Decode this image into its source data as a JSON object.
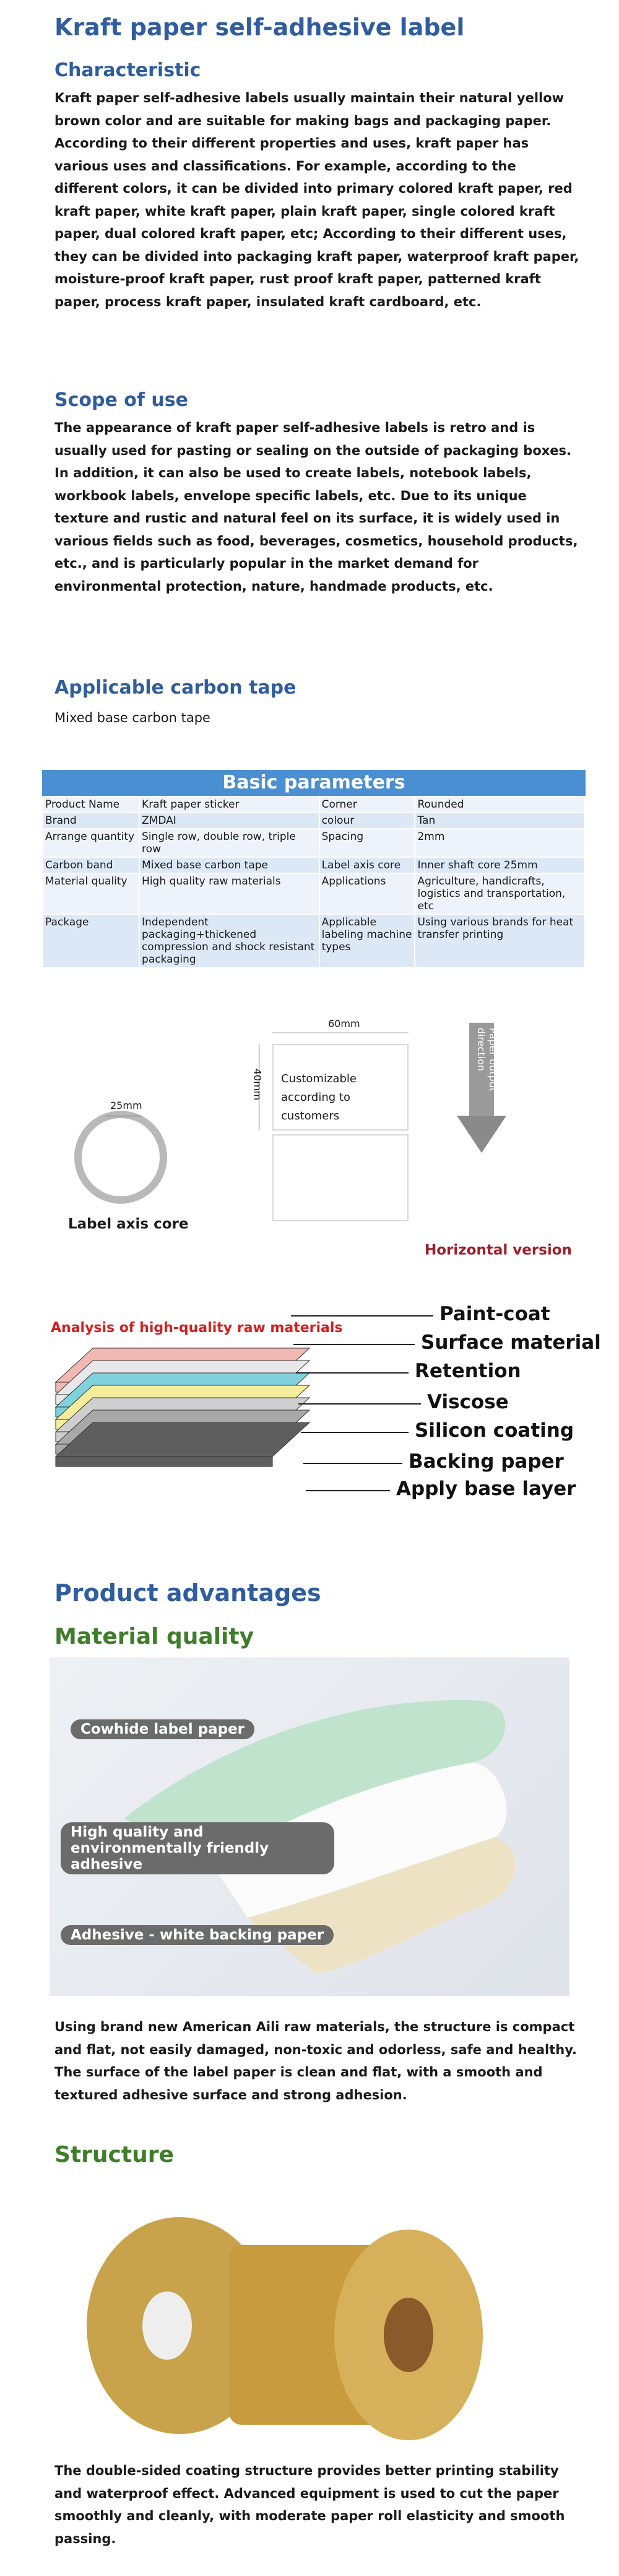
{
  "title": "Kraft paper self-adhesive label",
  "characteristic": {
    "heading": "Characteristic",
    "text": "Kraft paper self-adhesive labels usually maintain their natural yellow brown color and are suitable for making bags and packaging paper. According to their different properties and uses, kraft paper has various uses and classifications. For example, according to the different colors, it can be divided into primary colored kraft paper, red kraft paper, white kraft paper, plain kraft paper, single colored kraft paper, dual colored kraft paper, etc; According to their different uses, they can be divided into packaging kraft paper, waterproof kraft paper, moisture-proof kraft paper, rust proof kraft paper, patterned kraft paper, process kraft paper, insulated kraft cardboard, etc."
  },
  "scope": {
    "heading": "Scope of use",
    "text": "The appearance of kraft paper self-adhesive labels is retro and is usually used for pasting or sealing on the outside of packaging boxes. In addition, it can also be used to create labels, notebook labels, workbook labels, envelope specific labels, etc. Due to its unique texture and rustic and natural feel on its surface, it is widely used in various fields such as food, beverages, cosmetics, household products, etc., and is particularly popular in the market demand for environmental protection, nature, handmade products, etc."
  },
  "carbon_tape": {
    "heading": "Applicable carbon tape",
    "text": "Mixed base carbon tape"
  },
  "parameters": {
    "title": "Basic parameters",
    "rows": [
      [
        "Product Name",
        "Kraft paper sticker",
        "Corner",
        "Rounded"
      ],
      [
        "Brand",
        "ZMDAI",
        "colour",
        "Tan"
      ],
      [
        "Arrange quantity",
        "Single row, double row, triple row",
        "Spacing",
        "2mm"
      ],
      [
        "Carbon band",
        "Mixed base carbon tape",
        "Label axis core",
        "Inner shaft core 25mm"
      ],
      [
        "Material quality",
        "High quality raw materials",
        "Applications",
        "Agriculture, handicrafts, logistics and transportation, etc"
      ],
      [
        "Package",
        "Independent packaging+thickened compression and shock resistant packaging",
        "Applicable labeling machine types",
        "Using various brands for heat transfer printing"
      ]
    ]
  },
  "diagram": {
    "core_size": "25mm",
    "core_label": "Label axis core",
    "width_label": "60mm",
    "height_label": "40mm",
    "customizable": "Customizable according to customers",
    "output_direction": "Paper output direction",
    "orientation": "Horizontal version"
  },
  "layers": {
    "analysis": "Analysis of high-quality raw materials",
    "labels": [
      "Paint-coat",
      "Surface material",
      "Retention",
      "Viscose",
      "Silicon coating",
      "Backing paper",
      "Apply base layer"
    ],
    "colors": [
      "#f2b8b4",
      "#e8e8ea",
      "#7fd1dc",
      "#f4ee9c",
      "#cfcfcf",
      "#a8a8a8",
      "#5e5e5e"
    ]
  },
  "advantages": {
    "heading": "Product advantages",
    "material_heading": "Material quality",
    "pills": [
      "Cowhide label paper",
      "High quality and environmentally friendly adhesive",
      "Adhesive - white backing paper"
    ],
    "material_text": "Using brand new American Aili raw materials, the structure is compact and flat, not easily damaged, non-toxic and odorless, safe and healthy. The surface of the label paper is clean and flat, with a smooth and textured adhesive surface and strong adhesion.",
    "structure_heading": "Structure",
    "structure_text": "The double-sided coating structure provides better printing stability and waterproof effect. Advanced equipment is used to cut the paper smoothly and cleanly, with moderate paper roll elasticity and smooth passing."
  },
  "colors": {
    "heading_blue": "#2f5d9e",
    "heading_green": "#3f7d2a",
    "table_header": "#4a8fd2",
    "accent_red": "#d11f1f"
  }
}
